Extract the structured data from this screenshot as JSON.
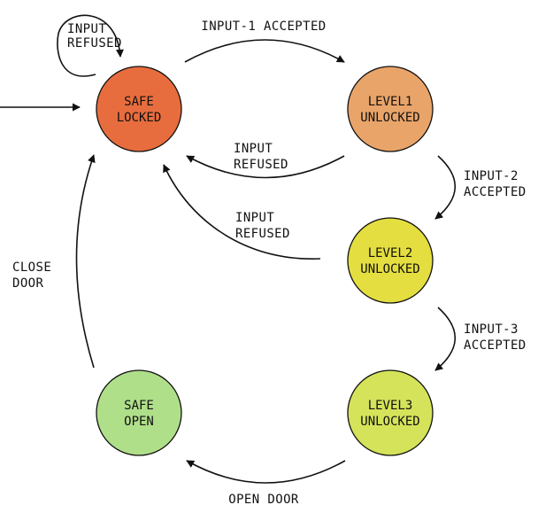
{
  "states": {
    "safe_locked": {
      "line1": "SAFE",
      "line2": "LOCKED",
      "color": "#e86d3e"
    },
    "level1_unlocked": {
      "line1": "LEVEL1",
      "line2": "UNLOCKED",
      "color": "#e9a469"
    },
    "level2_unlocked": {
      "line1": "LEVEL2",
      "line2": "UNLOCKED",
      "color": "#e4de40"
    },
    "level3_unlocked": {
      "line1": "LEVEL3",
      "line2": "UNLOCKED",
      "color": "#d5e35a"
    },
    "safe_open": {
      "line1": "SAFE",
      "line2": "OPEN",
      "color": "#b0df8a"
    }
  },
  "transitions": {
    "self_refused": {
      "line1": "INPUT",
      "line2": "REFUSED"
    },
    "input1_accepted": {
      "line1": "INPUT-1 ACCEPTED"
    },
    "l1_refused": {
      "line1": "INPUT",
      "line2": "REFUSED"
    },
    "input2_accepted": {
      "line1": "INPUT-2",
      "line2": "ACCEPTED"
    },
    "l2_refused": {
      "line1": "INPUT",
      "line2": "REFUSED"
    },
    "input3_accepted": {
      "line1": "INPUT-3",
      "line2": "ACCEPTED"
    },
    "open_door": {
      "line1": "OPEN DOOR"
    },
    "close_door": {
      "line1": "CLOSE",
      "line2": "DOOR"
    }
  }
}
